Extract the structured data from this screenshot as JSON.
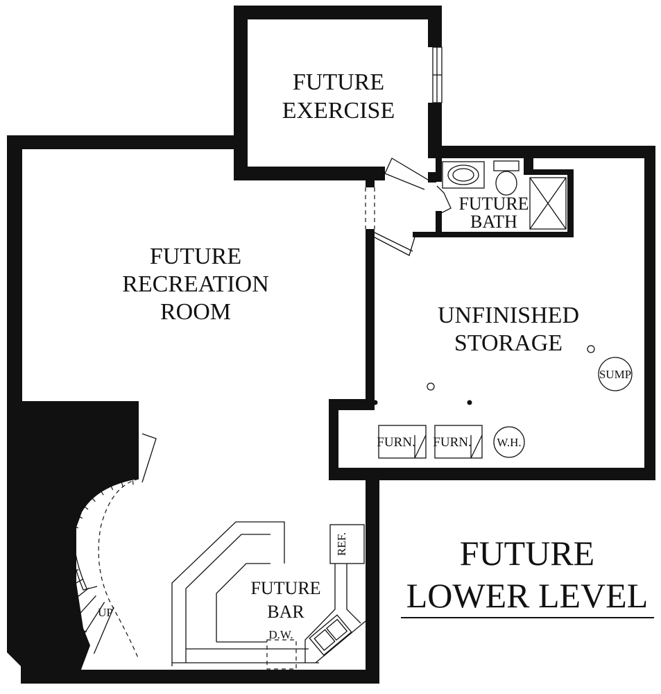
{
  "plan": {
    "title_line1": "FUTURE",
    "title_line2": "LOWER LEVEL",
    "rooms": {
      "exercise": {
        "line1": "FUTURE",
        "line2": "EXERCISE"
      },
      "recreation": {
        "line1": "FUTURE",
        "line2": "RECREATION",
        "line3": "ROOM"
      },
      "bath": {
        "line1": "FUTURE",
        "line2": "BATH"
      },
      "storage": {
        "line1": "UNFINISHED",
        "line2": "STORAGE"
      },
      "bar": {
        "line1": "FUTURE",
        "line2": "BAR"
      }
    },
    "labels": {
      "sump": "SUMP",
      "furnace_1": "FURN.",
      "furnace_2": "FURN.",
      "water_heater": "W.H.",
      "refrigerator": "REF.",
      "dishwasher": "D.W.",
      "stairs_up": "UP"
    }
  }
}
